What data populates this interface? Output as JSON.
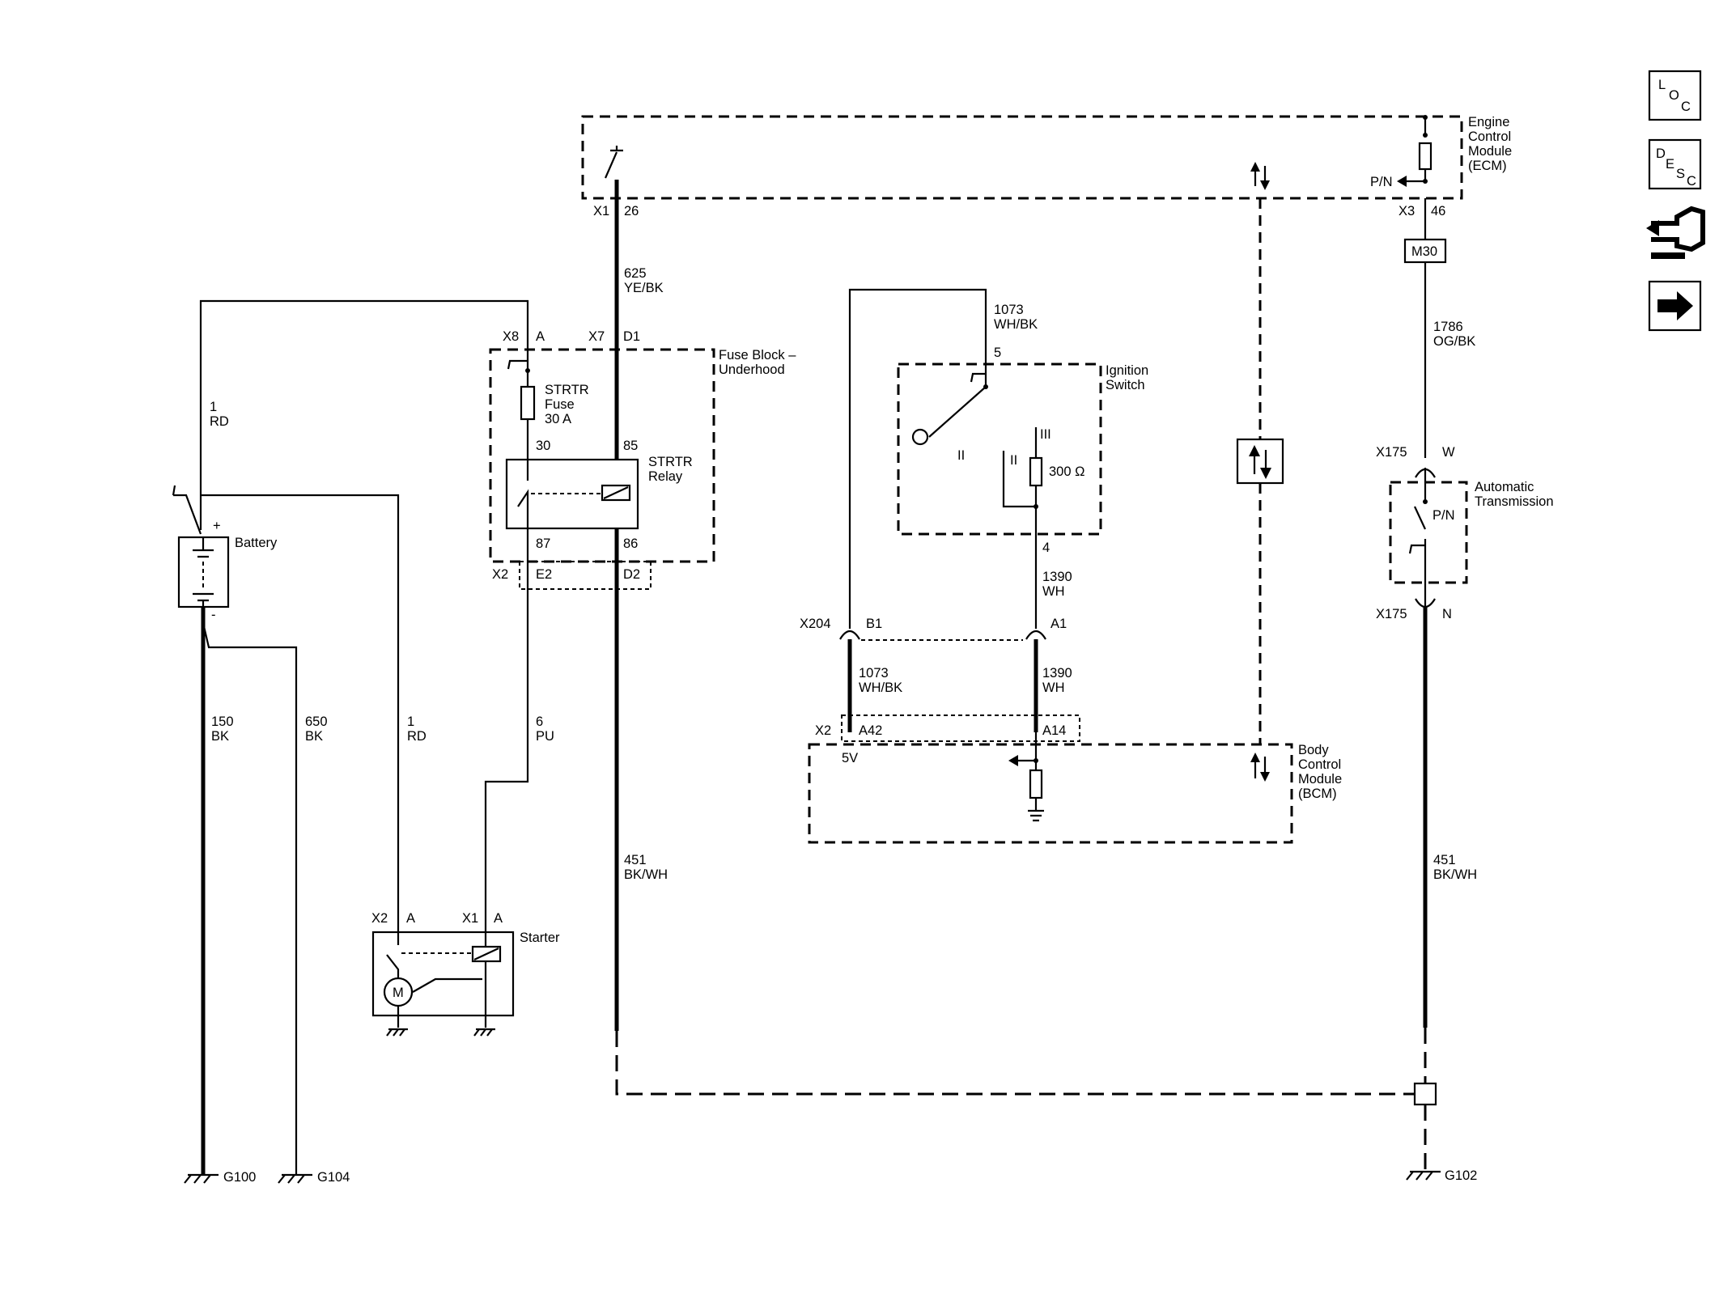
{
  "nav": {
    "loc": [
      "L",
      "O",
      "C"
    ],
    "desc": [
      "D",
      "E",
      "S",
      "C"
    ],
    "connector_view": "connector-end-view-icon",
    "next": "next-page-arrow-icon"
  },
  "modules": {
    "ecm": [
      "Engine",
      "Control",
      "Module",
      "(ECM)"
    ],
    "ecm_pn": "P/N",
    "fuse_block": [
      "Fuse Block –",
      "Underhood"
    ],
    "fuse": [
      "STRTR",
      "Fuse",
      "30 A"
    ],
    "relay": [
      "STRTR",
      "Relay"
    ],
    "battery": "Battery",
    "starter": "Starter",
    "ignition_switch": [
      "Ignition",
      "Switch"
    ],
    "ign_pos": [
      "III",
      "II",
      "II"
    ],
    "resistor": "300 Ω",
    "bcm": [
      "Body",
      "Control",
      "Module",
      "(BCM)"
    ],
    "bcm_5v": "5V",
    "auto_trans": [
      "Automatic",
      "Transmission"
    ],
    "trans_pn": "P/N",
    "motor": "M",
    "m30": "M30",
    "batt_plus": "+",
    "batt_minus": "-"
  },
  "connectors": {
    "x1": "X1",
    "x1_pin": "26",
    "x8": "X8",
    "x8_pin": "A",
    "x7": "X7",
    "x7_pin": "D1",
    "x2_fb": "X2",
    "e2": "E2",
    "d2": "D2",
    "fuse_30": "30",
    "relay_85": "85",
    "relay_87": "87",
    "relay_86": "86",
    "starter_x2": "X2",
    "starter_x2_pin": "A",
    "starter_x1": "X1",
    "starter_x1_pin": "A",
    "ign_5": "5",
    "ign_4": "4",
    "x204": "X204",
    "b1": "B1",
    "a1": "A1",
    "x2_bcm": "X2",
    "a42": "A42",
    "a14": "A14",
    "x3": "X3",
    "x3_pin": "46",
    "x175_top": "X175",
    "x175_top_pin": "W",
    "x175_bot": "X175",
    "x175_bot_pin": "N"
  },
  "wires": {
    "w625": [
      "625",
      "YE/BK"
    ],
    "w1_top": [
      "1",
      "RD"
    ],
    "w150": [
      "150",
      "BK"
    ],
    "w650": [
      "650",
      "BK"
    ],
    "w1_starter": [
      "1",
      "RD"
    ],
    "w6": [
      "6",
      "PU"
    ],
    "w451_left": [
      "451",
      "BK/WH"
    ],
    "w1073_top": [
      "1073",
      "WH/BK"
    ],
    "w1390_top": [
      "1390",
      "WH"
    ],
    "w1073_bot": [
      "1073",
      "WH/BK"
    ],
    "w1390_bot": [
      "1390",
      "WH"
    ],
    "w1786": [
      "1786",
      "OG/BK"
    ],
    "w451_right": [
      "451",
      "BK/WH"
    ]
  },
  "grounds": {
    "g100": "G100",
    "g104": "G104",
    "g102": "G102"
  },
  "icons": {
    "serial_data": "serial-data-arrows-icon",
    "ground": "ground-icon"
  }
}
